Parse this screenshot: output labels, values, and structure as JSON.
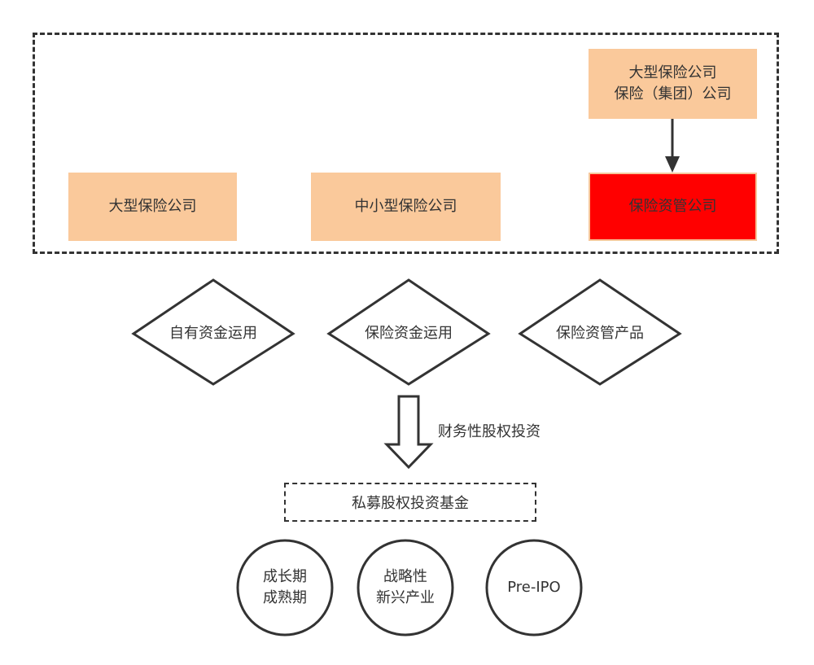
{
  "top_group": {
    "box_large_insurer": "大型保险公司",
    "box_small_insurer": "中小型保险公司",
    "box_top_line1": "大型保险公司",
    "box_top_line2": "保险（集团）公司",
    "box_asset_mgmt": "保险资管公司"
  },
  "diamonds": [
    "自有资金运用",
    "保险资金运用",
    "保险资管产品"
  ],
  "arrow_label": "财务性股权投资",
  "fund_box": "私募股权投资基金",
  "circles": [
    {
      "line1": "成长期",
      "line2": "成熟期"
    },
    {
      "line1": "战略性",
      "line2": "新兴产业"
    },
    {
      "line1": "Pre-IPO",
      "line2": ""
    }
  ],
  "colors": {
    "peach": "#fac99b",
    "highlight": "#ff0000",
    "stroke": "#333333"
  }
}
